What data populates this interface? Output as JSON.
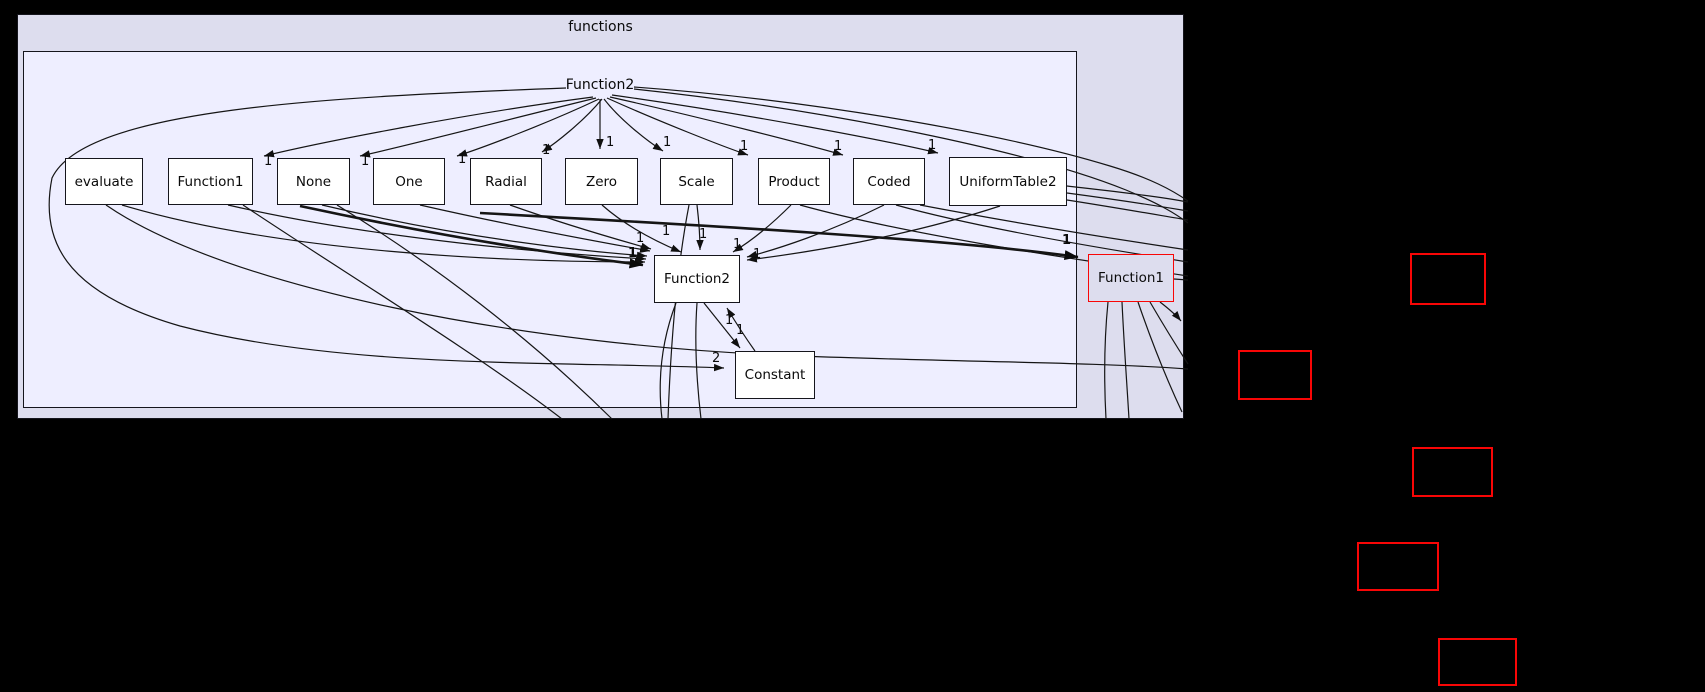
{
  "page": {
    "background_color": "#000000",
    "description_colors": {
      "outer_cluster_fill": "#ddddee",
      "inner_cluster_fill": "#eeeeff",
      "node_fill": "#ffffff",
      "node_border": "#15151c",
      "external_node_border": "#f90606",
      "edge_color": "#151515"
    }
  },
  "graph": {
    "outer_cluster": {
      "label": "functions"
    },
    "root_node": {
      "label": "Function2"
    },
    "top_row_nodes": [
      {
        "label": "evaluate"
      },
      {
        "label": "Function1"
      },
      {
        "label": "None"
      },
      {
        "label": "One"
      },
      {
        "label": "Radial"
      },
      {
        "label": "Zero"
      },
      {
        "label": "Scale"
      },
      {
        "label": "Product"
      },
      {
        "label": "Coded"
      },
      {
        "label": "UniformTable2"
      }
    ],
    "center_node": {
      "label": "Function2"
    },
    "constant_node": {
      "label": "Constant"
    },
    "external_function1_node": {
      "label": "Function1"
    },
    "external_unlabeled_nodes": [
      {
        "label": ""
      },
      {
        "label": ""
      },
      {
        "label": ""
      },
      {
        "label": ""
      },
      {
        "label": ""
      }
    ],
    "edge_labels": [
      {
        "text": "1"
      },
      {
        "text": "1"
      },
      {
        "text": "1"
      },
      {
        "text": "1"
      },
      {
        "text": "1"
      },
      {
        "text": "1"
      },
      {
        "text": "1"
      },
      {
        "text": "1"
      },
      {
        "text": "1"
      },
      {
        "text": "1"
      },
      {
        "text": "1"
      },
      {
        "text": "1"
      },
      {
        "text": "1"
      },
      {
        "text": "1"
      },
      {
        "text": "1"
      },
      {
        "text": "1"
      },
      {
        "text": "1"
      },
      {
        "text": "1"
      },
      {
        "text": "2"
      }
    ]
  }
}
